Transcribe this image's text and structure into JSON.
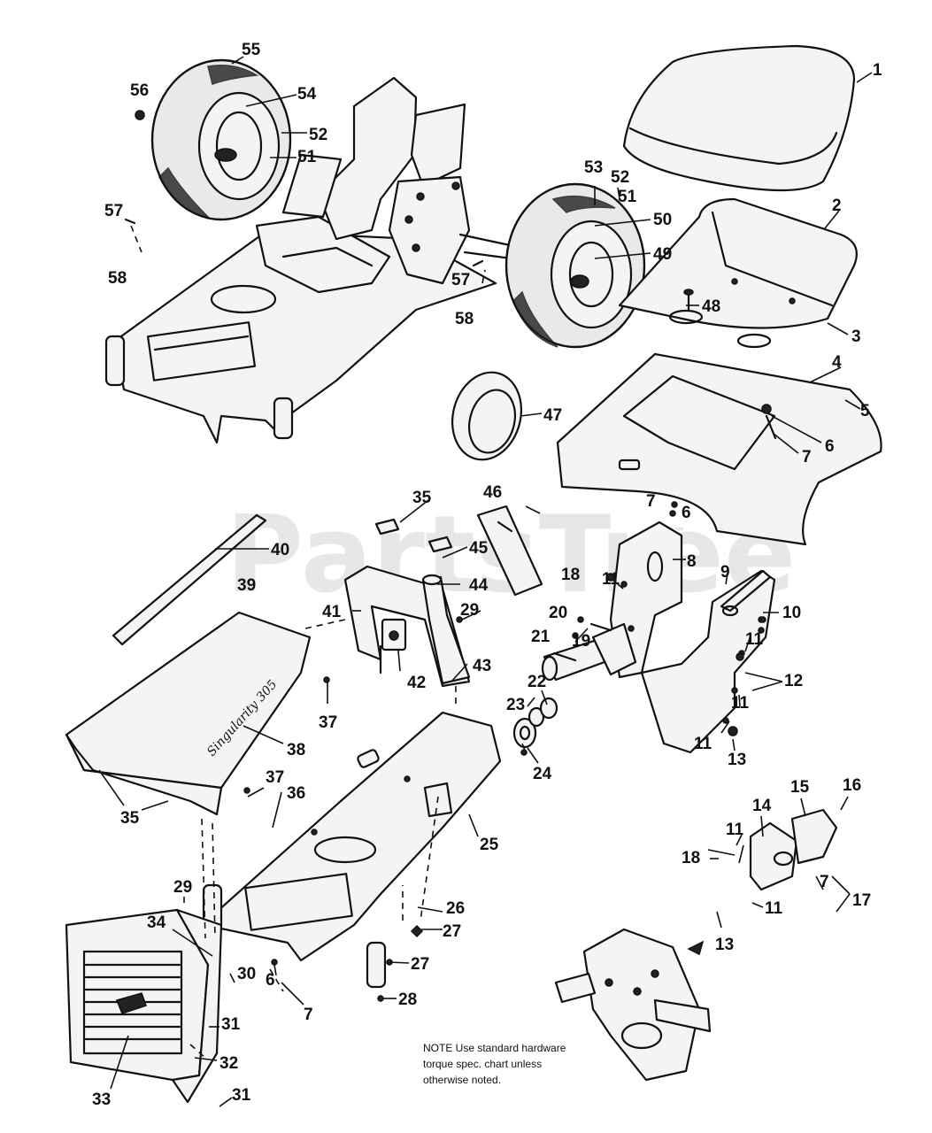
{
  "watermark": {
    "text": "PartsTree",
    "trademark": "™"
  },
  "note": {
    "lines": [
      "NOTE  Use standard hardware",
      "torque spec. chart unless",
      "otherwise noted."
    ]
  },
  "hood_brand": "Singularity 305",
  "callouts": [
    {
      "id": "c1",
      "label": "1"
    },
    {
      "id": "c2",
      "label": "2"
    },
    {
      "id": "c3",
      "label": "3"
    },
    {
      "id": "c4",
      "label": "4"
    },
    {
      "id": "c5",
      "label": "5"
    },
    {
      "id": "c6a",
      "label": "6"
    },
    {
      "id": "c6b",
      "label": "6"
    },
    {
      "id": "c6c",
      "label": "6"
    },
    {
      "id": "c7a",
      "label": "7"
    },
    {
      "id": "c7b",
      "label": "7"
    },
    {
      "id": "c7c",
      "label": "7"
    },
    {
      "id": "c7d",
      "label": "7"
    },
    {
      "id": "c8",
      "label": "8"
    },
    {
      "id": "c9",
      "label": "9"
    },
    {
      "id": "c10",
      "label": "10"
    },
    {
      "id": "c11a",
      "label": "11"
    },
    {
      "id": "c11b",
      "label": "11"
    },
    {
      "id": "c11c",
      "label": "11"
    },
    {
      "id": "c11d",
      "label": "11"
    },
    {
      "id": "c11e",
      "label": "11"
    },
    {
      "id": "c11f",
      "label": "11"
    },
    {
      "id": "c12",
      "label": "12"
    },
    {
      "id": "c13a",
      "label": "13"
    },
    {
      "id": "c13b",
      "label": "13"
    },
    {
      "id": "c14",
      "label": "14"
    },
    {
      "id": "c15",
      "label": "15"
    },
    {
      "id": "c16",
      "label": "16"
    },
    {
      "id": "c17",
      "label": "17"
    },
    {
      "id": "c18a",
      "label": "18"
    },
    {
      "id": "c18b",
      "label": "18"
    },
    {
      "id": "c19",
      "label": "19"
    },
    {
      "id": "c20",
      "label": "20"
    },
    {
      "id": "c21",
      "label": "21"
    },
    {
      "id": "c22",
      "label": "22"
    },
    {
      "id": "c23",
      "label": "23"
    },
    {
      "id": "c24",
      "label": "24"
    },
    {
      "id": "c25",
      "label": "25"
    },
    {
      "id": "c26",
      "label": "26"
    },
    {
      "id": "c27a",
      "label": "27"
    },
    {
      "id": "c27b",
      "label": "27"
    },
    {
      "id": "c28",
      "label": "28"
    },
    {
      "id": "c29a",
      "label": "29"
    },
    {
      "id": "c29b",
      "label": "29"
    },
    {
      "id": "c30",
      "label": "30"
    },
    {
      "id": "c31a",
      "label": "31"
    },
    {
      "id": "c31b",
      "label": "31"
    },
    {
      "id": "c32",
      "label": "32"
    },
    {
      "id": "c33",
      "label": "33"
    },
    {
      "id": "c34",
      "label": "34"
    },
    {
      "id": "c35a",
      "label": "35"
    },
    {
      "id": "c35b",
      "label": "35"
    },
    {
      "id": "c36",
      "label": "36"
    },
    {
      "id": "c37a",
      "label": "37"
    },
    {
      "id": "c37b",
      "label": "37"
    },
    {
      "id": "c38",
      "label": "38"
    },
    {
      "id": "c39",
      "label": "39"
    },
    {
      "id": "c40",
      "label": "40"
    },
    {
      "id": "c41",
      "label": "41"
    },
    {
      "id": "c42",
      "label": "42"
    },
    {
      "id": "c43",
      "label": "43"
    },
    {
      "id": "c44",
      "label": "44"
    },
    {
      "id": "c45",
      "label": "45"
    },
    {
      "id": "c46",
      "label": "46"
    },
    {
      "id": "c47",
      "label": "47"
    },
    {
      "id": "c48",
      "label": "48"
    },
    {
      "id": "c49",
      "label": "49"
    },
    {
      "id": "c50",
      "label": "50"
    },
    {
      "id": "c51a",
      "label": "51"
    },
    {
      "id": "c51b",
      "label": "51"
    },
    {
      "id": "c52a",
      "label": "52"
    },
    {
      "id": "c52b",
      "label": "52"
    },
    {
      "id": "c53",
      "label": "53"
    },
    {
      "id": "c54",
      "label": "54"
    },
    {
      "id": "c55",
      "label": "55"
    },
    {
      "id": "c56",
      "label": "56"
    },
    {
      "id": "c57a",
      "label": "57"
    },
    {
      "id": "c57b",
      "label": "57"
    },
    {
      "id": "c58a",
      "label": "58"
    },
    {
      "id": "c58b",
      "label": "58"
    }
  ]
}
